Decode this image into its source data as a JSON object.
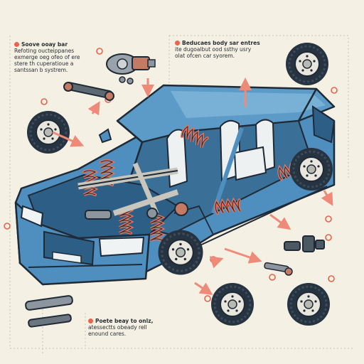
{
  "notes": {
    "top_left": {
      "title": "Soove ooay bar",
      "body": "Refoting oucteippanes\nexmerge oeg ofeo of ere\nstere th cuperatioue a\nsantssan b systrem."
    },
    "top_center": {
      "title": "Beducaes body sar entres",
      "body": "ite dugoalbut ood ssthy usry\nolat ofcen car syorem."
    },
    "bottom": {
      "title": "Poete beay to onlz,",
      "body": "atessectts obeady rell\nenound cares."
    }
  },
  "colors": {
    "background": "#f4f0e3",
    "car_body": "#4f8fbf",
    "car_dark": "#2d5f86",
    "spring": "#e0745e",
    "arrow": "#f08a78",
    "tire": "#263341",
    "outline": "#1f2a36",
    "seat": "#eef1f2"
  },
  "icons": [
    "wheel-icon",
    "coil-spring-icon",
    "sway-bar-icon",
    "bushing-icon",
    "arrow-icon",
    "marker-dot-icon"
  ]
}
